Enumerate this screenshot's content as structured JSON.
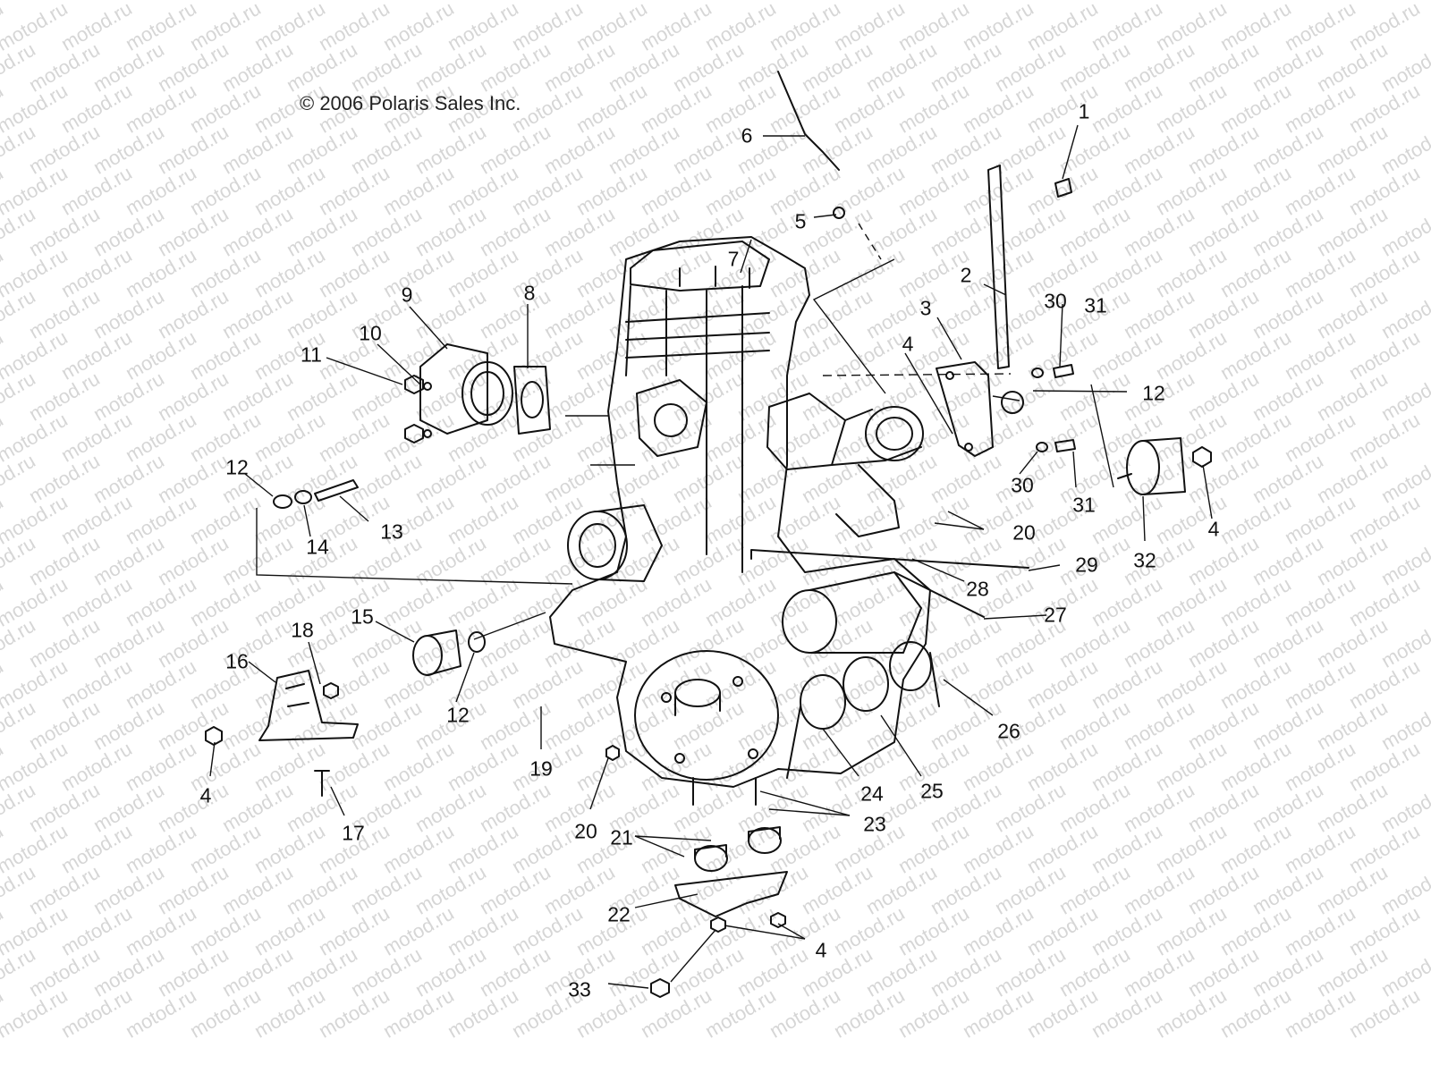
{
  "copyright": "© 2006 Polaris Sales Inc.",
  "watermark": "motod.ru",
  "callouts": [
    "1",
    "2",
    "3",
    "4",
    "4",
    "4",
    "4",
    "5",
    "6",
    "7",
    "8",
    "9",
    "10",
    "11",
    "12",
    "12",
    "12",
    "13",
    "14",
    "15",
    "16",
    "17",
    "18",
    "19",
    "20",
    "20",
    "21",
    "22",
    "23",
    "24",
    "25",
    "26",
    "27",
    "28",
    "29",
    "30",
    "30",
    "31",
    "31",
    "32",
    "33"
  ]
}
